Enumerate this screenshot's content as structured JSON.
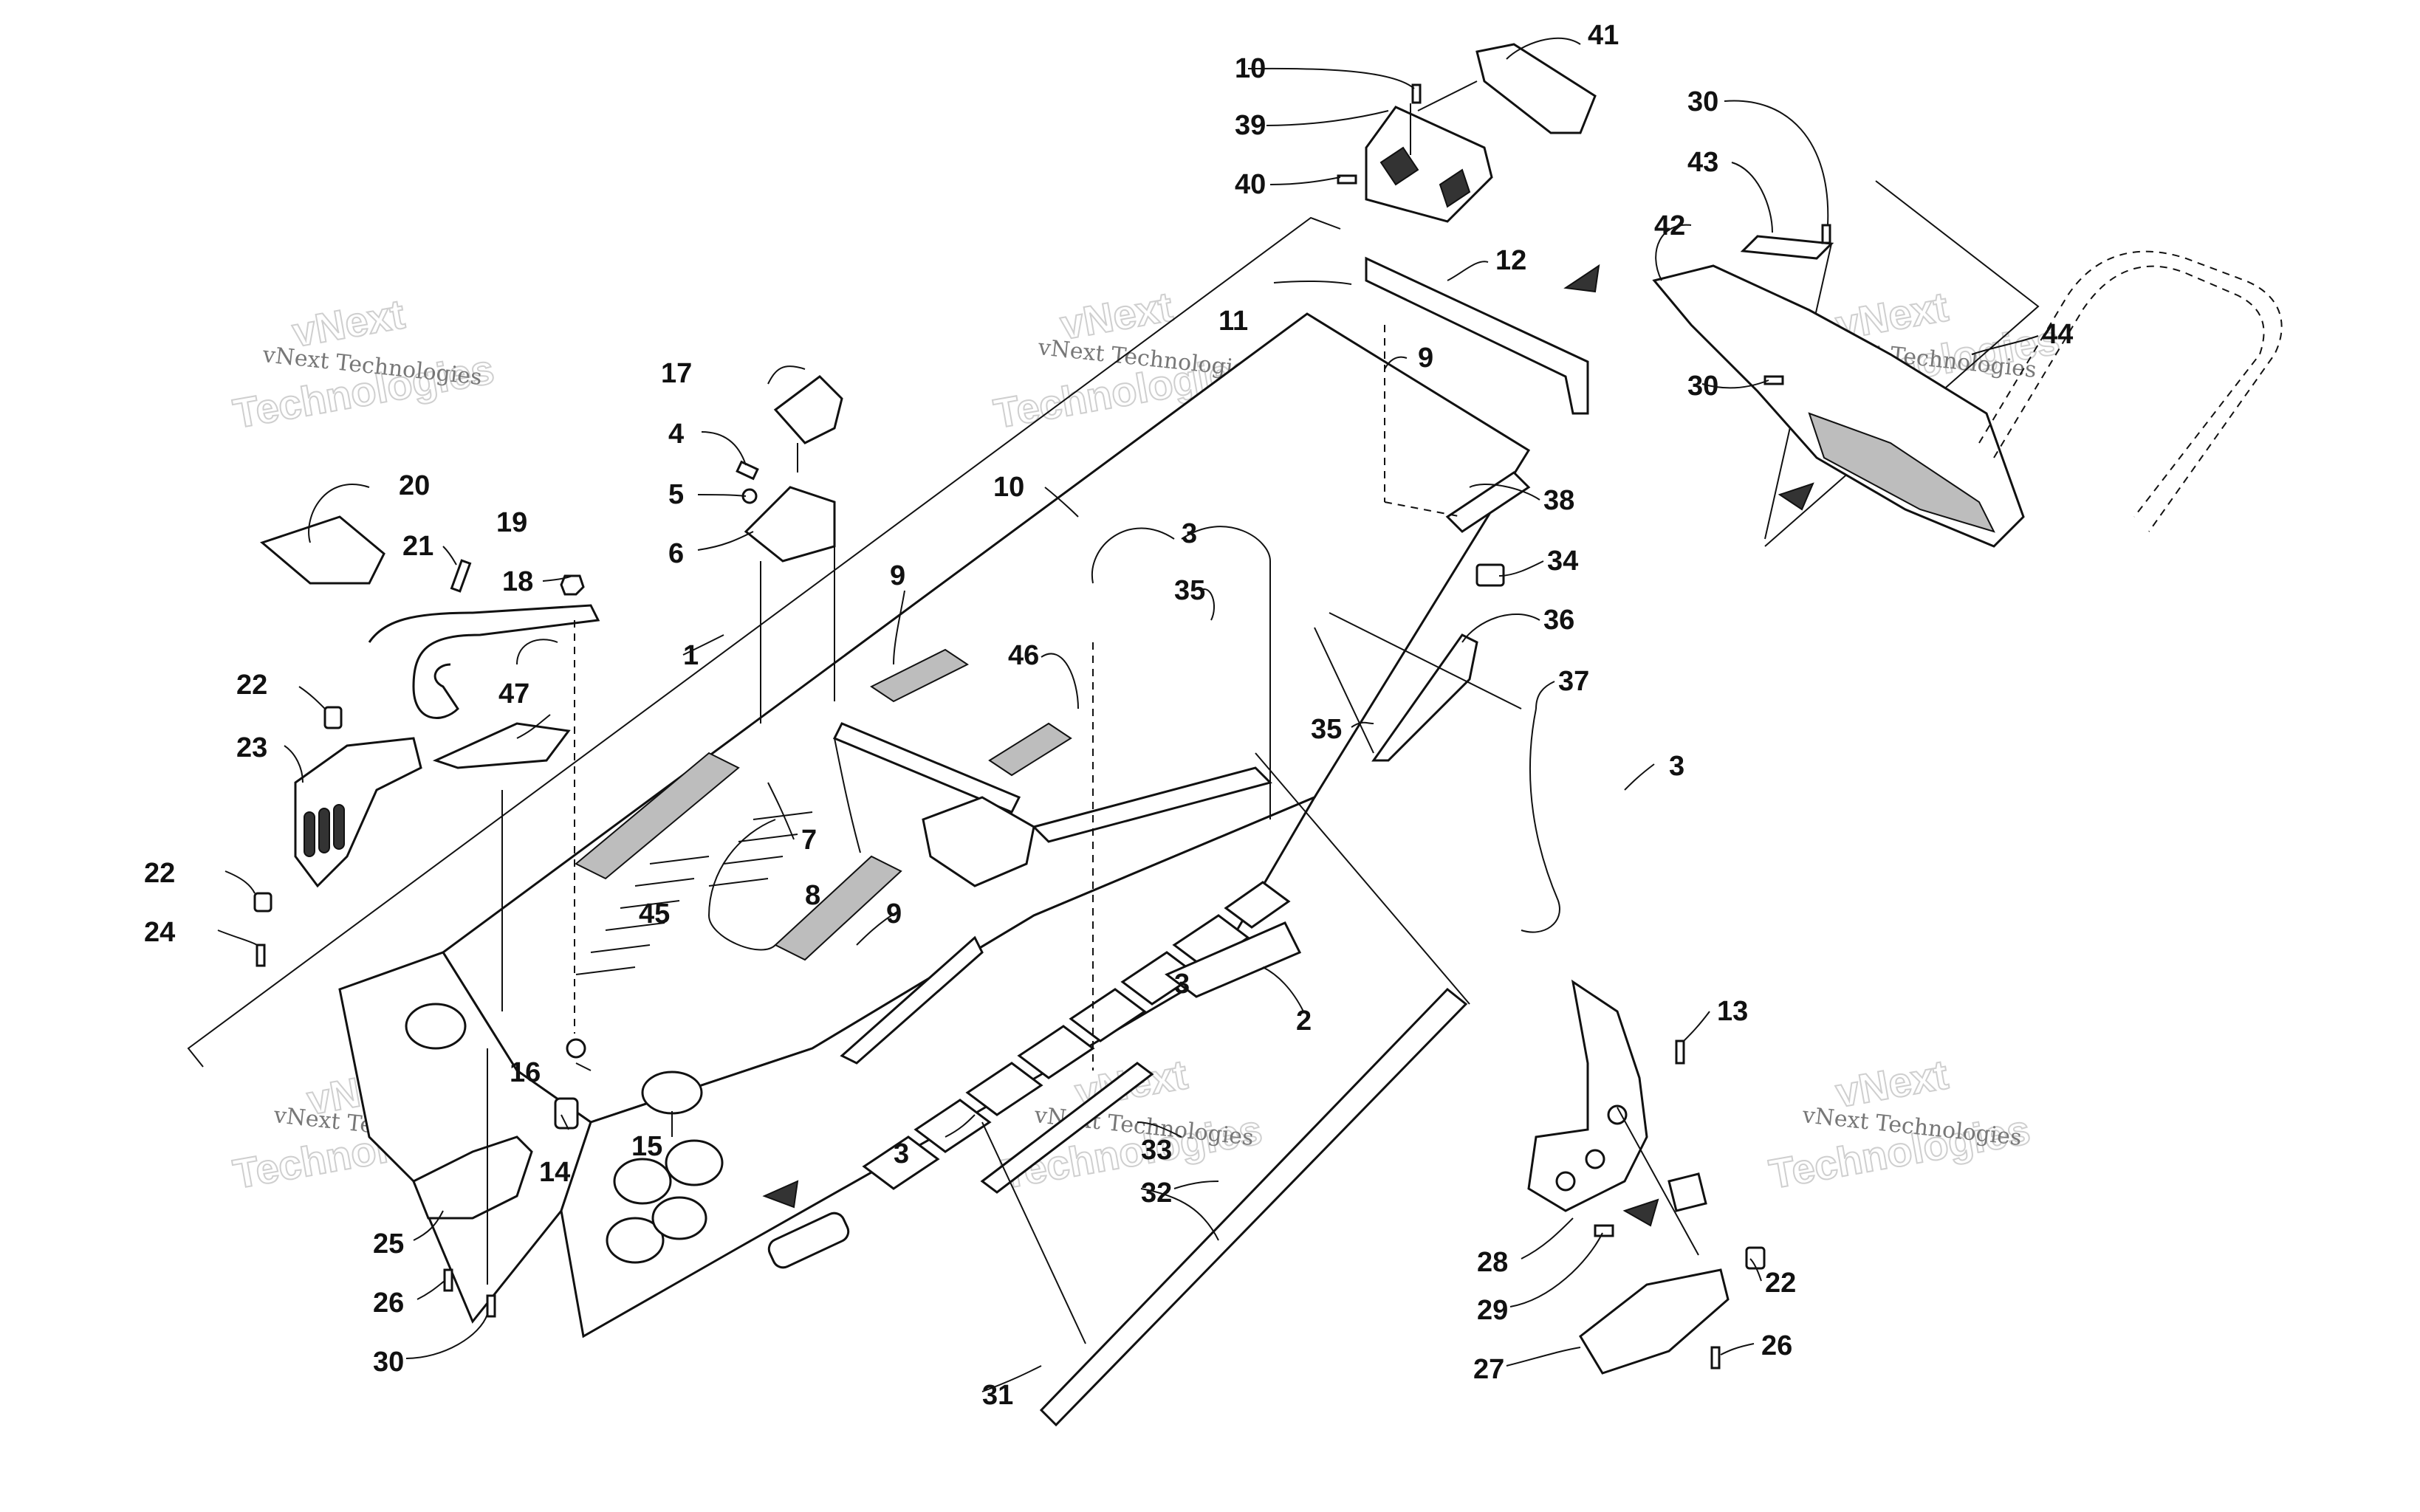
{
  "callouts": [
    "1",
    "2",
    "3",
    "3",
    "3",
    "3",
    "4",
    "5",
    "6",
    "7",
    "8",
    "9",
    "9",
    "9",
    "10",
    "10",
    "11",
    "12",
    "13",
    "14",
    "15",
    "16",
    "17",
    "18",
    "19",
    "20",
    "21",
    "22",
    "22",
    "22",
    "23",
    "24",
    "25",
    "26",
    "26",
    "27",
    "28",
    "29",
    "30",
    "30",
    "30",
    "31",
    "32",
    "33",
    "34",
    "35",
    "35",
    "36",
    "37",
    "38",
    "39",
    "40",
    "41",
    "42",
    "43",
    "44",
    "45",
    "46",
    "47"
  ],
  "watermarks": {
    "small": [
      "vNext Technologies",
      "vNext Technologies",
      "vNext Technologies",
      "vNext Technologies",
      "vNext Technologies",
      "vNext Technologies"
    ],
    "big": [
      "Technologies",
      "Technologies",
      "Technologies",
      "Technologies",
      "Technologies",
      "Technologies"
    ],
    "top": [
      "vNext",
      "vNext",
      "vNext",
      "vNext",
      "vNext",
      "vNext"
    ]
  }
}
